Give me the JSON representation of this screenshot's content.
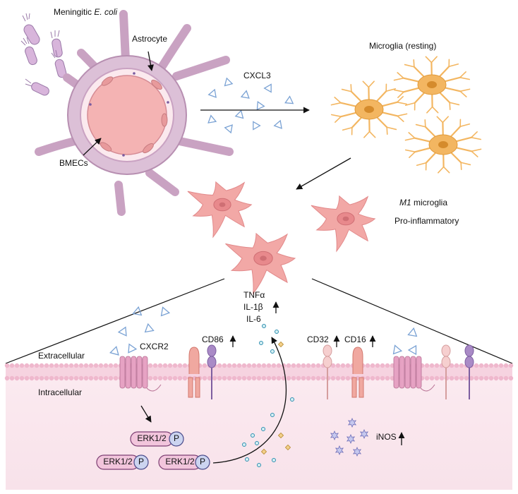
{
  "labels": {
    "meningitic_prefix": "Meningitic ",
    "meningitic_species": "E. coli",
    "astrocyte": "Astrocyte",
    "bmecs": "BMECs",
    "cxcl3": "CXCL3",
    "microglia_resting": "Microglia (resting)",
    "m1_italic": "M1",
    "m1_rest": " microglia",
    "pro_inflammatory": "Pro-inflammatory",
    "tnfa": "TNFα",
    "il1b": "IL-1β",
    "il6": "IL-6",
    "cxcr2": "CXCR2",
    "cd86": "CD86",
    "cd32": "CD32",
    "cd16": "CD16",
    "extracellular": "Extracellular",
    "intracellular": "Intracellular",
    "erk_top": "ERK1/2",
    "erk_left": "ERK1/2",
    "erk_right": "ERK1/2",
    "phospho": "P",
    "inos": "iNOS"
  },
  "colors": {
    "vessel_wall": "#c9a2c2",
    "lumen": "#f4b3b3",
    "microglia_resting": "#f3b661",
    "microglia_m1": "#f2a8a6",
    "cytoplasm": "#f9e4ec",
    "membrane": "#efb8cd",
    "chemokine": "#7aa2d4",
    "erk_fill": "#f2c5dc",
    "phospho_fill": "#ccd4f0",
    "inos_fill": "#c6c8ee"
  },
  "icons": [
    "bacterium-icon",
    "vessel-icon",
    "microglia-icon",
    "receptor-icon",
    "chemokine-triangle-icon",
    "cytokine-particle-icon",
    "inos-star-icon",
    "arrow-icon",
    "up-arrow-icon"
  ]
}
